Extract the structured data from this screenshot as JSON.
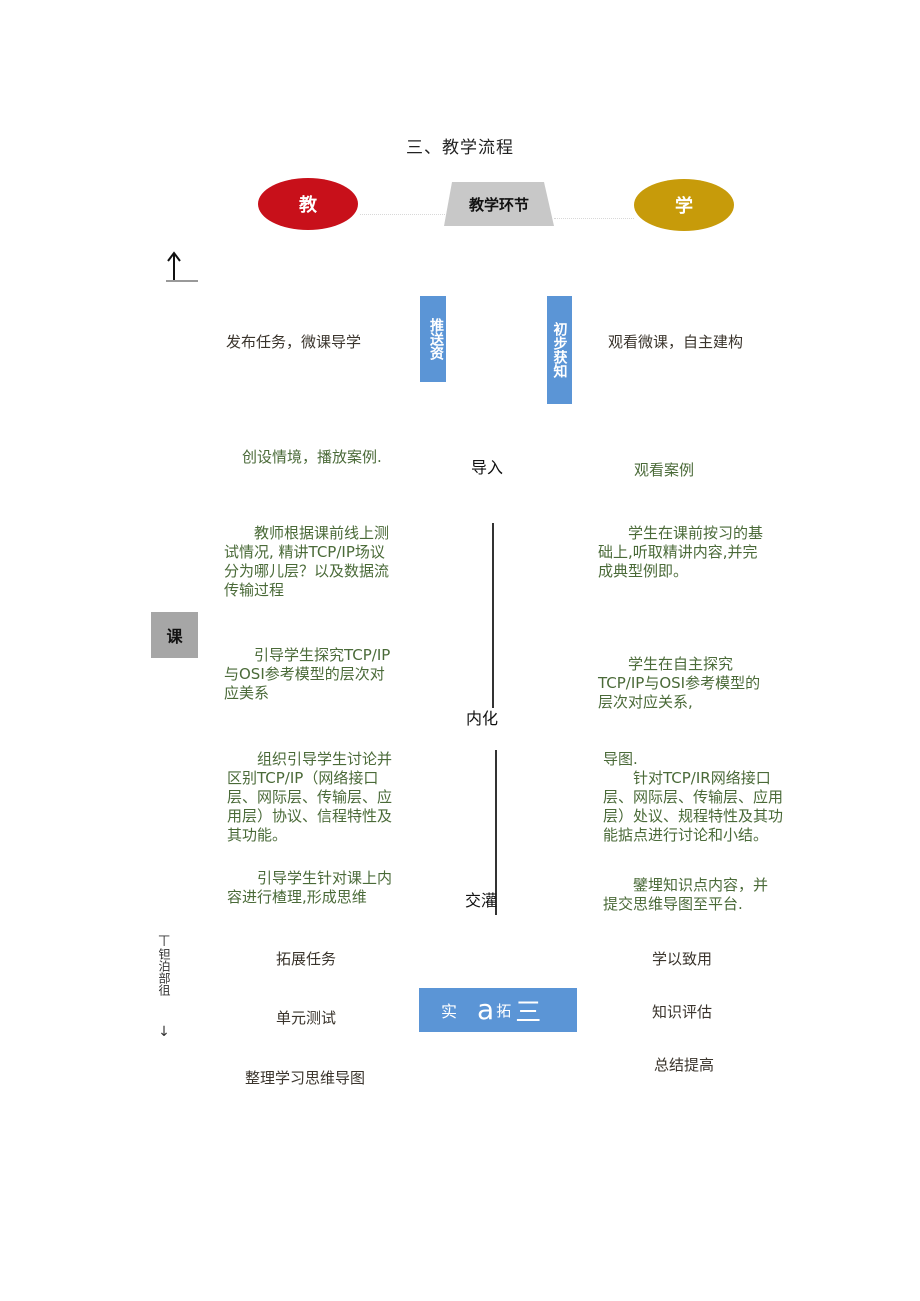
{
  "title": "三、教学流程",
  "header": {
    "teach_label": "教",
    "stage_label": "教学环节",
    "learn_label": "学",
    "teach_color": "#c8101a",
    "learn_color": "#c79b0a",
    "stage_color": "#c8c8c8"
  },
  "side_labels": {
    "pre_class_icon": "↑",
    "in_class": "课",
    "post_class_text": "钽泊部徂",
    "post_class_arrow_top": "⊤",
    "post_class_arrow_bottom": "↓"
  },
  "stages": {
    "pre": {
      "teacher": "发布任务，微课导学",
      "tag_left": "推送资",
      "tag_right": "初步获知",
      "student": "观看微课，自主建构"
    },
    "intro": {
      "teacher": "创设情境，播放案例.",
      "label": "导入",
      "student": "观看案例"
    },
    "internalize": {
      "teacher_1": "教师根据课前线上测试情况, 精讲TCP/IP场议分为哪儿层？以及数据流传输过程",
      "student_1": "学生在课前按习的基础上,听取精讲内容,并完成典型例即。",
      "teacher_2": "引导学生探究TCP/IP与OSI参考模型的层次对应美系",
      "student_2": "学生在自主探究TCP/IP与OSI参考模型的层次对应关系,",
      "label": "内化"
    },
    "exchange": {
      "teacher_1": "组织引导学生讨论并区别TCP/IP（网络接口层、网际层、传输层、应用层）协议、信程特性及其功能。",
      "student_1a": "导图.",
      "student_1": "针对TCP/IR网络接口层、网际层、传输层、应用层）处议、规程特性及其功能掂点进行讨论和小结。",
      "teacher_2": "引导学生针对课上内容进行楂理,形成思维",
      "student_2": "鐾埋知识点内容，并提交思维导图至平台.",
      "label": "交灌"
    },
    "extend": {
      "teacher": [
        "拓展任务",
        "单元测试",
        "整理学习思维导图"
      ],
      "box_text": [
        "实",
        "a",
        "拓",
        "三"
      ],
      "student": [
        "学以致用",
        "知识评估",
        "总结提高"
      ]
    }
  }
}
